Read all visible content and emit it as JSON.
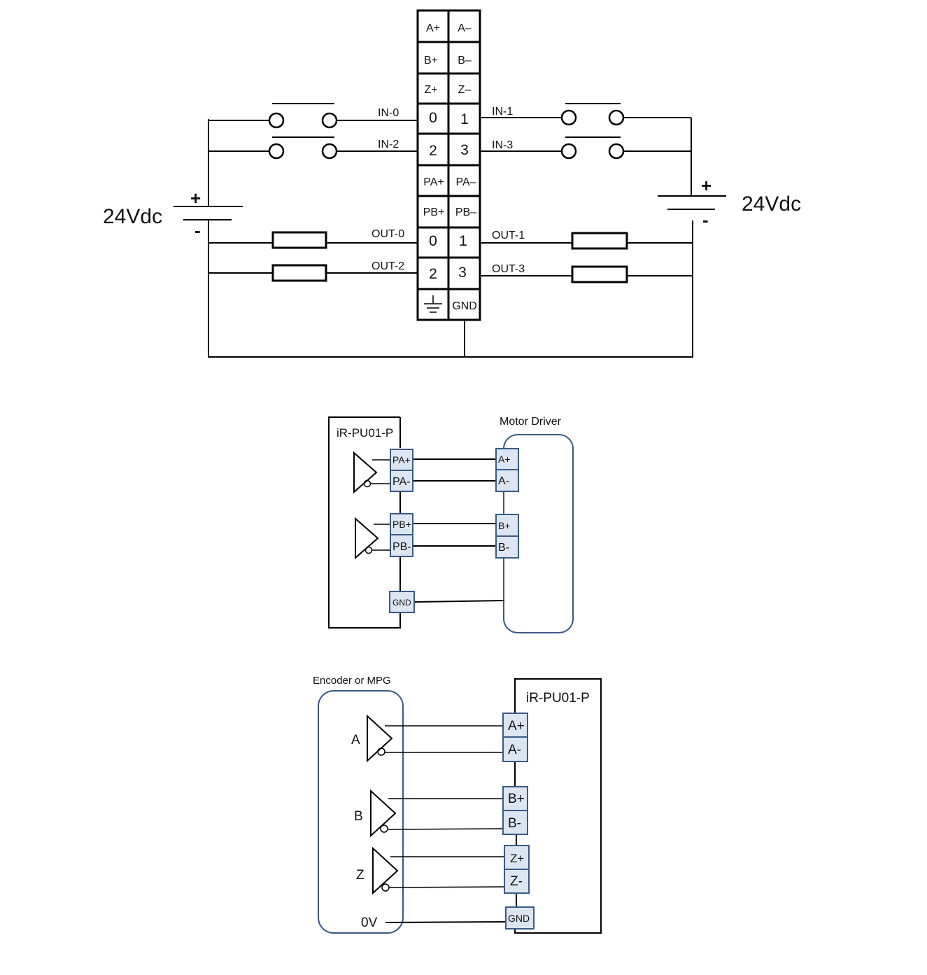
{
  "terminal_block": {
    "rows": [
      [
        "A+",
        "A–"
      ],
      [
        "B+",
        "B–"
      ],
      [
        "Z+",
        "Z–"
      ],
      [
        "0",
        "1"
      ],
      [
        "2",
        "3"
      ],
      [
        "PA+",
        "PA–"
      ],
      [
        "PB+",
        "PB–"
      ],
      [
        "0",
        "1"
      ],
      [
        "2",
        "3"
      ],
      [
        "",
        "GND"
      ]
    ]
  },
  "wiring": {
    "in0": "IN-0",
    "in1": "IN-1",
    "in2": "IN-2",
    "in3": "IN-3",
    "out0": "OUT-0",
    "out1": "OUT-1",
    "out2": "OUT-2",
    "out3": "OUT-3",
    "supply_left": "24Vdc",
    "supply_right": "24Vdc",
    "plus": "+",
    "minus": "-"
  },
  "pulse_output": {
    "module_label": "iR-PU01-P",
    "driver_label": "Motor Driver",
    "module_terminals": [
      "PA+",
      "PA-",
      "PB+",
      "PB-",
      "GND"
    ],
    "driver_terminals": [
      "A+",
      "A-",
      "B+",
      "B-"
    ]
  },
  "encoder_input": {
    "source_label": "Encoder or MPG",
    "module_label": "iR-PU01-P",
    "channels": [
      "A",
      "B",
      "Z"
    ],
    "zero_volt": "0V",
    "module_terminals": [
      "A+",
      "A-",
      "B+",
      "B-",
      "Z+",
      "Z-",
      "GND"
    ]
  }
}
